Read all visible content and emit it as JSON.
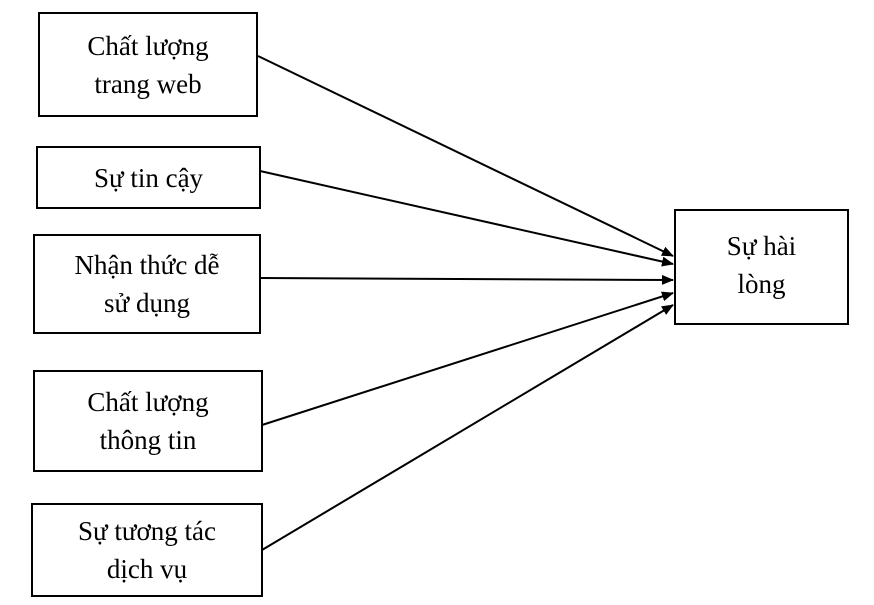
{
  "diagram": {
    "factors": [
      {
        "id": "website-quality",
        "lines": [
          "Chất lượng",
          "trang web"
        ]
      },
      {
        "id": "reliability",
        "lines": [
          "Sự tin cậy"
        ]
      },
      {
        "id": "perceived-ease",
        "lines": [
          "Nhận thức dễ",
          "sử dụng"
        ]
      },
      {
        "id": "information-quality",
        "lines": [
          "Chất lượng",
          "thông tin"
        ]
      },
      {
        "id": "service-interaction",
        "lines": [
          "Sự tương tác",
          "dịch vụ"
        ]
      }
    ],
    "outcome": {
      "id": "satisfaction",
      "lines": [
        "Sự hài",
        "lòng"
      ]
    },
    "edges": [
      {
        "from": "website-quality",
        "to": "satisfaction"
      },
      {
        "from": "reliability",
        "to": "satisfaction"
      },
      {
        "from": "perceived-ease",
        "to": "satisfaction"
      },
      {
        "from": "information-quality",
        "to": "satisfaction"
      },
      {
        "from": "service-interaction",
        "to": "satisfaction"
      }
    ],
    "colors": {
      "line": "#000000",
      "box_border": "#000000",
      "background": "#ffffff"
    }
  }
}
